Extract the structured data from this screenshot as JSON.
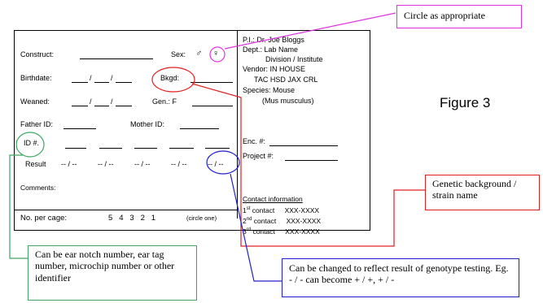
{
  "form": {
    "construct": "Construct:",
    "sex": "Sex:",
    "male_symbol": "♂",
    "female_symbol": "♀",
    "birthdate": "Birthdate:",
    "bkgd": "Bkgd:",
    "weaned": "Weaned:",
    "gen": "Gen.: F",
    "father_id": "Father ID:",
    "mother_id": "Mother ID:",
    "id_no": "ID #.",
    "result": "Result",
    "result_pattern": "-- / --",
    "comments": "Comments:",
    "no_per_cage": "No. per cage:",
    "cage_numbers": "5   4   3   2   1",
    "circle_one": "(circle one)"
  },
  "info": {
    "pi": "P.I.:   Dr. Joe Bloggs",
    "dept": "Dept.: Lab Name",
    "division": "Division / Institute",
    "vendor": "Vendor: IN HOUSE",
    "vendor_options": "TAC  HSD  JAX CRL",
    "species": "Species: Mouse",
    "species_latin": "(Mus musculus)",
    "enc": "Enc. #:",
    "project": "Project #:",
    "contact_heading": "Contact information",
    "contacts": [
      {
        "ordinal": "1",
        "sup": "st",
        "label": "contact",
        "number": "XXX-XXXX"
      },
      {
        "ordinal": "2",
        "sup": "nd",
        "label": "contact",
        "number": "XXX-XXXX"
      },
      {
        "ordinal": "3",
        "sup": "rd",
        "label": "contact",
        "number": "XXX-XXXX"
      }
    ]
  },
  "callouts": {
    "circle": "Circle as appropriate",
    "genetic": "Genetic background / strain name",
    "ear": "Can be ear notch number, ear tag number, microchip number or other identifier",
    "genotype": "Can be changed to reflect result of genotype testing. Eg. - / - can become + / +,  + / -"
  },
  "figure_label": "Figure 3",
  "colors": {
    "magenta": "#e033e0",
    "red": "#e02020",
    "green": "#3aa860",
    "blue": "#2020d0"
  }
}
